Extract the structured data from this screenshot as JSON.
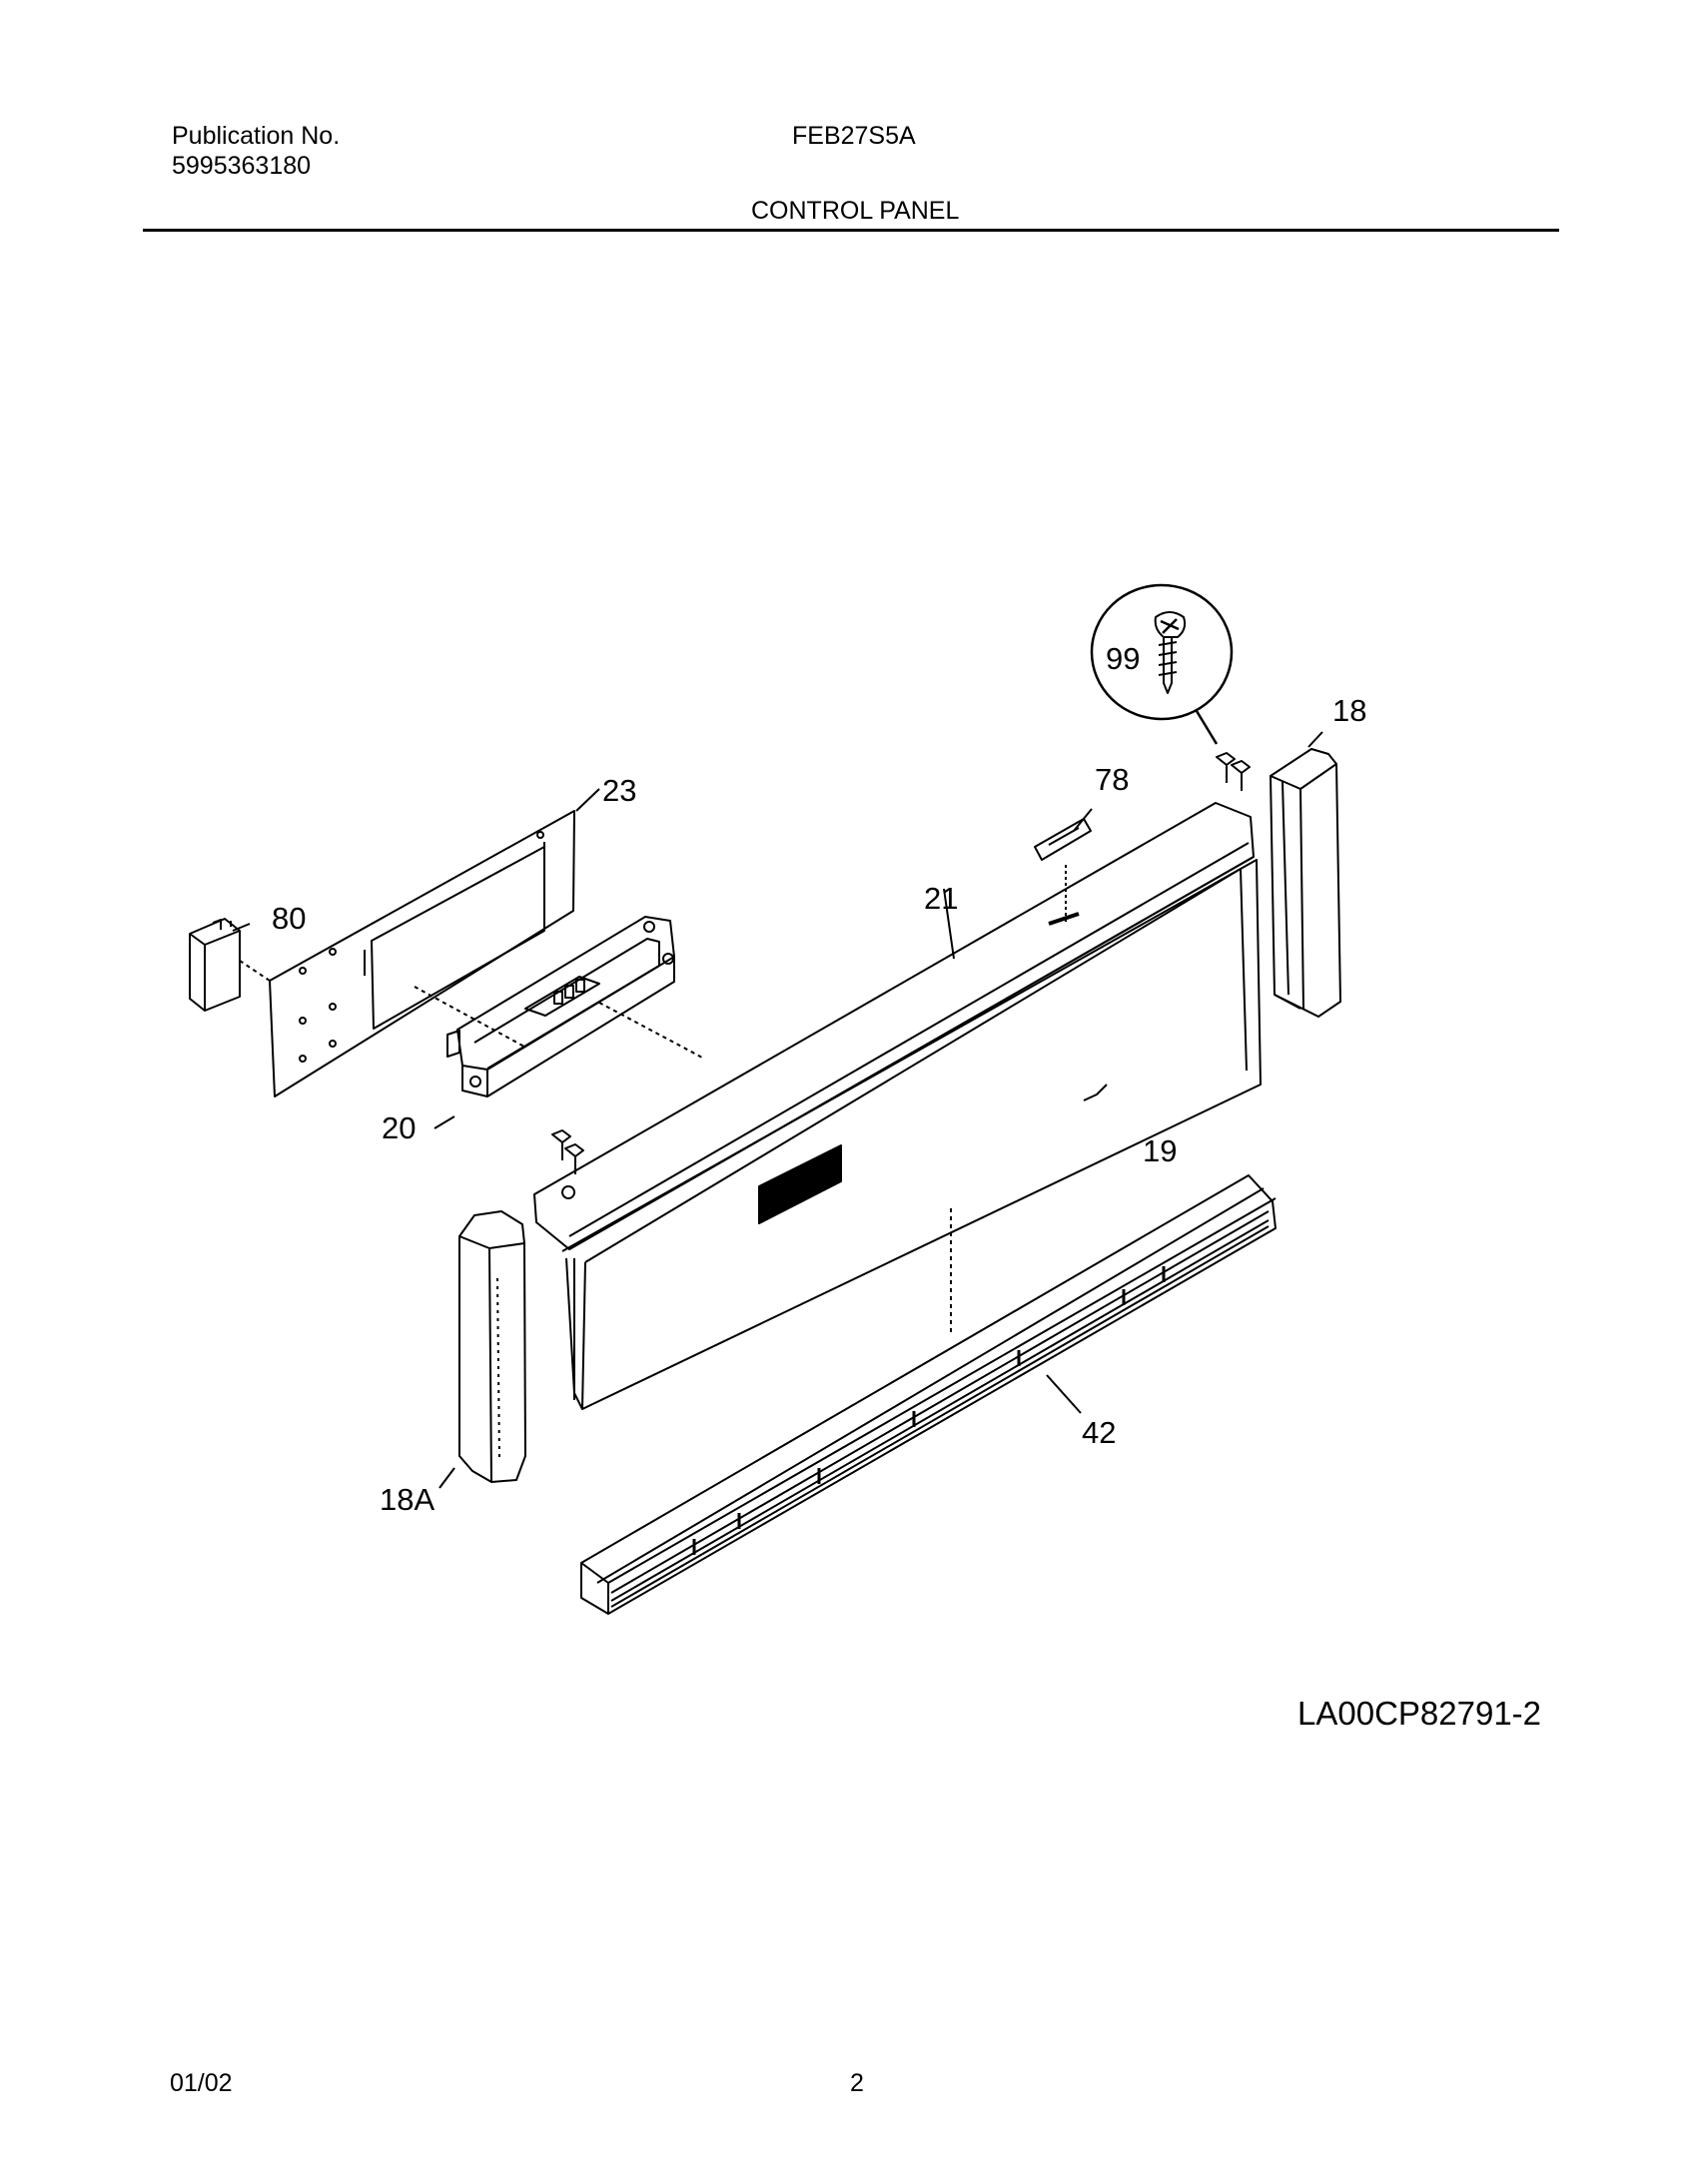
{
  "header": {
    "publication_label": "Publication No.",
    "publication_number": "5995363180",
    "model": "FEB27S5A",
    "section_title": "CONTROL PANEL"
  },
  "diagram": {
    "callouts": {
      "c99": "99",
      "c18": "18",
      "c78": "78",
      "c23": "23",
      "c21": "21",
      "c80": "80",
      "c20": "20",
      "c19": "19",
      "c42": "42",
      "c18a": "18A"
    },
    "drawing_id": "LA00CP82791-2"
  },
  "footer": {
    "date": "01/02",
    "page": "2"
  }
}
